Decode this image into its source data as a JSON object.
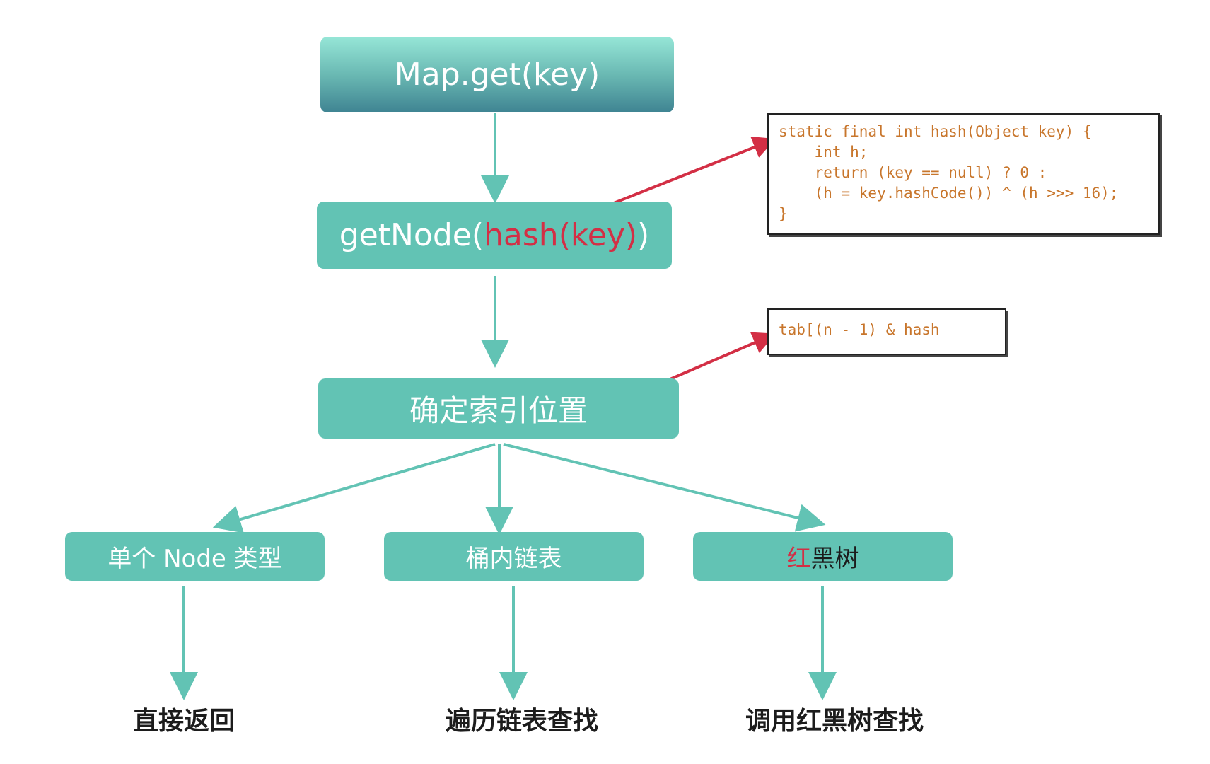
{
  "nodes": {
    "map_get": "Map.get(key)",
    "get_node": {
      "prefix": "getNode(",
      "highlight": "hash(key)",
      "suffix": ")"
    },
    "locate_index": "确定索引位置",
    "single_node": "单个 Node 类型",
    "bucket_list": "桶内链表",
    "rb_tree": {
      "highlight": "红",
      "rest": "黑树"
    }
  },
  "code_boxes": {
    "hash_function": "static final int hash(Object key) {\n    int h;\n    return (key == null) ? 0 :\n    (h = key.hashCode()) ^ (h >>> 16);\n}",
    "index_expr": "tab[(n - 1) & hash"
  },
  "results": {
    "direct_return": "直接返回",
    "traverse_list": "遍历链表查找",
    "call_rb_tree": "调用红黑树查找"
  },
  "colors": {
    "box": "#62c3b4",
    "arrow": "#62c3b4",
    "highlight": "#d32f45",
    "code_text": "#c8762c"
  }
}
